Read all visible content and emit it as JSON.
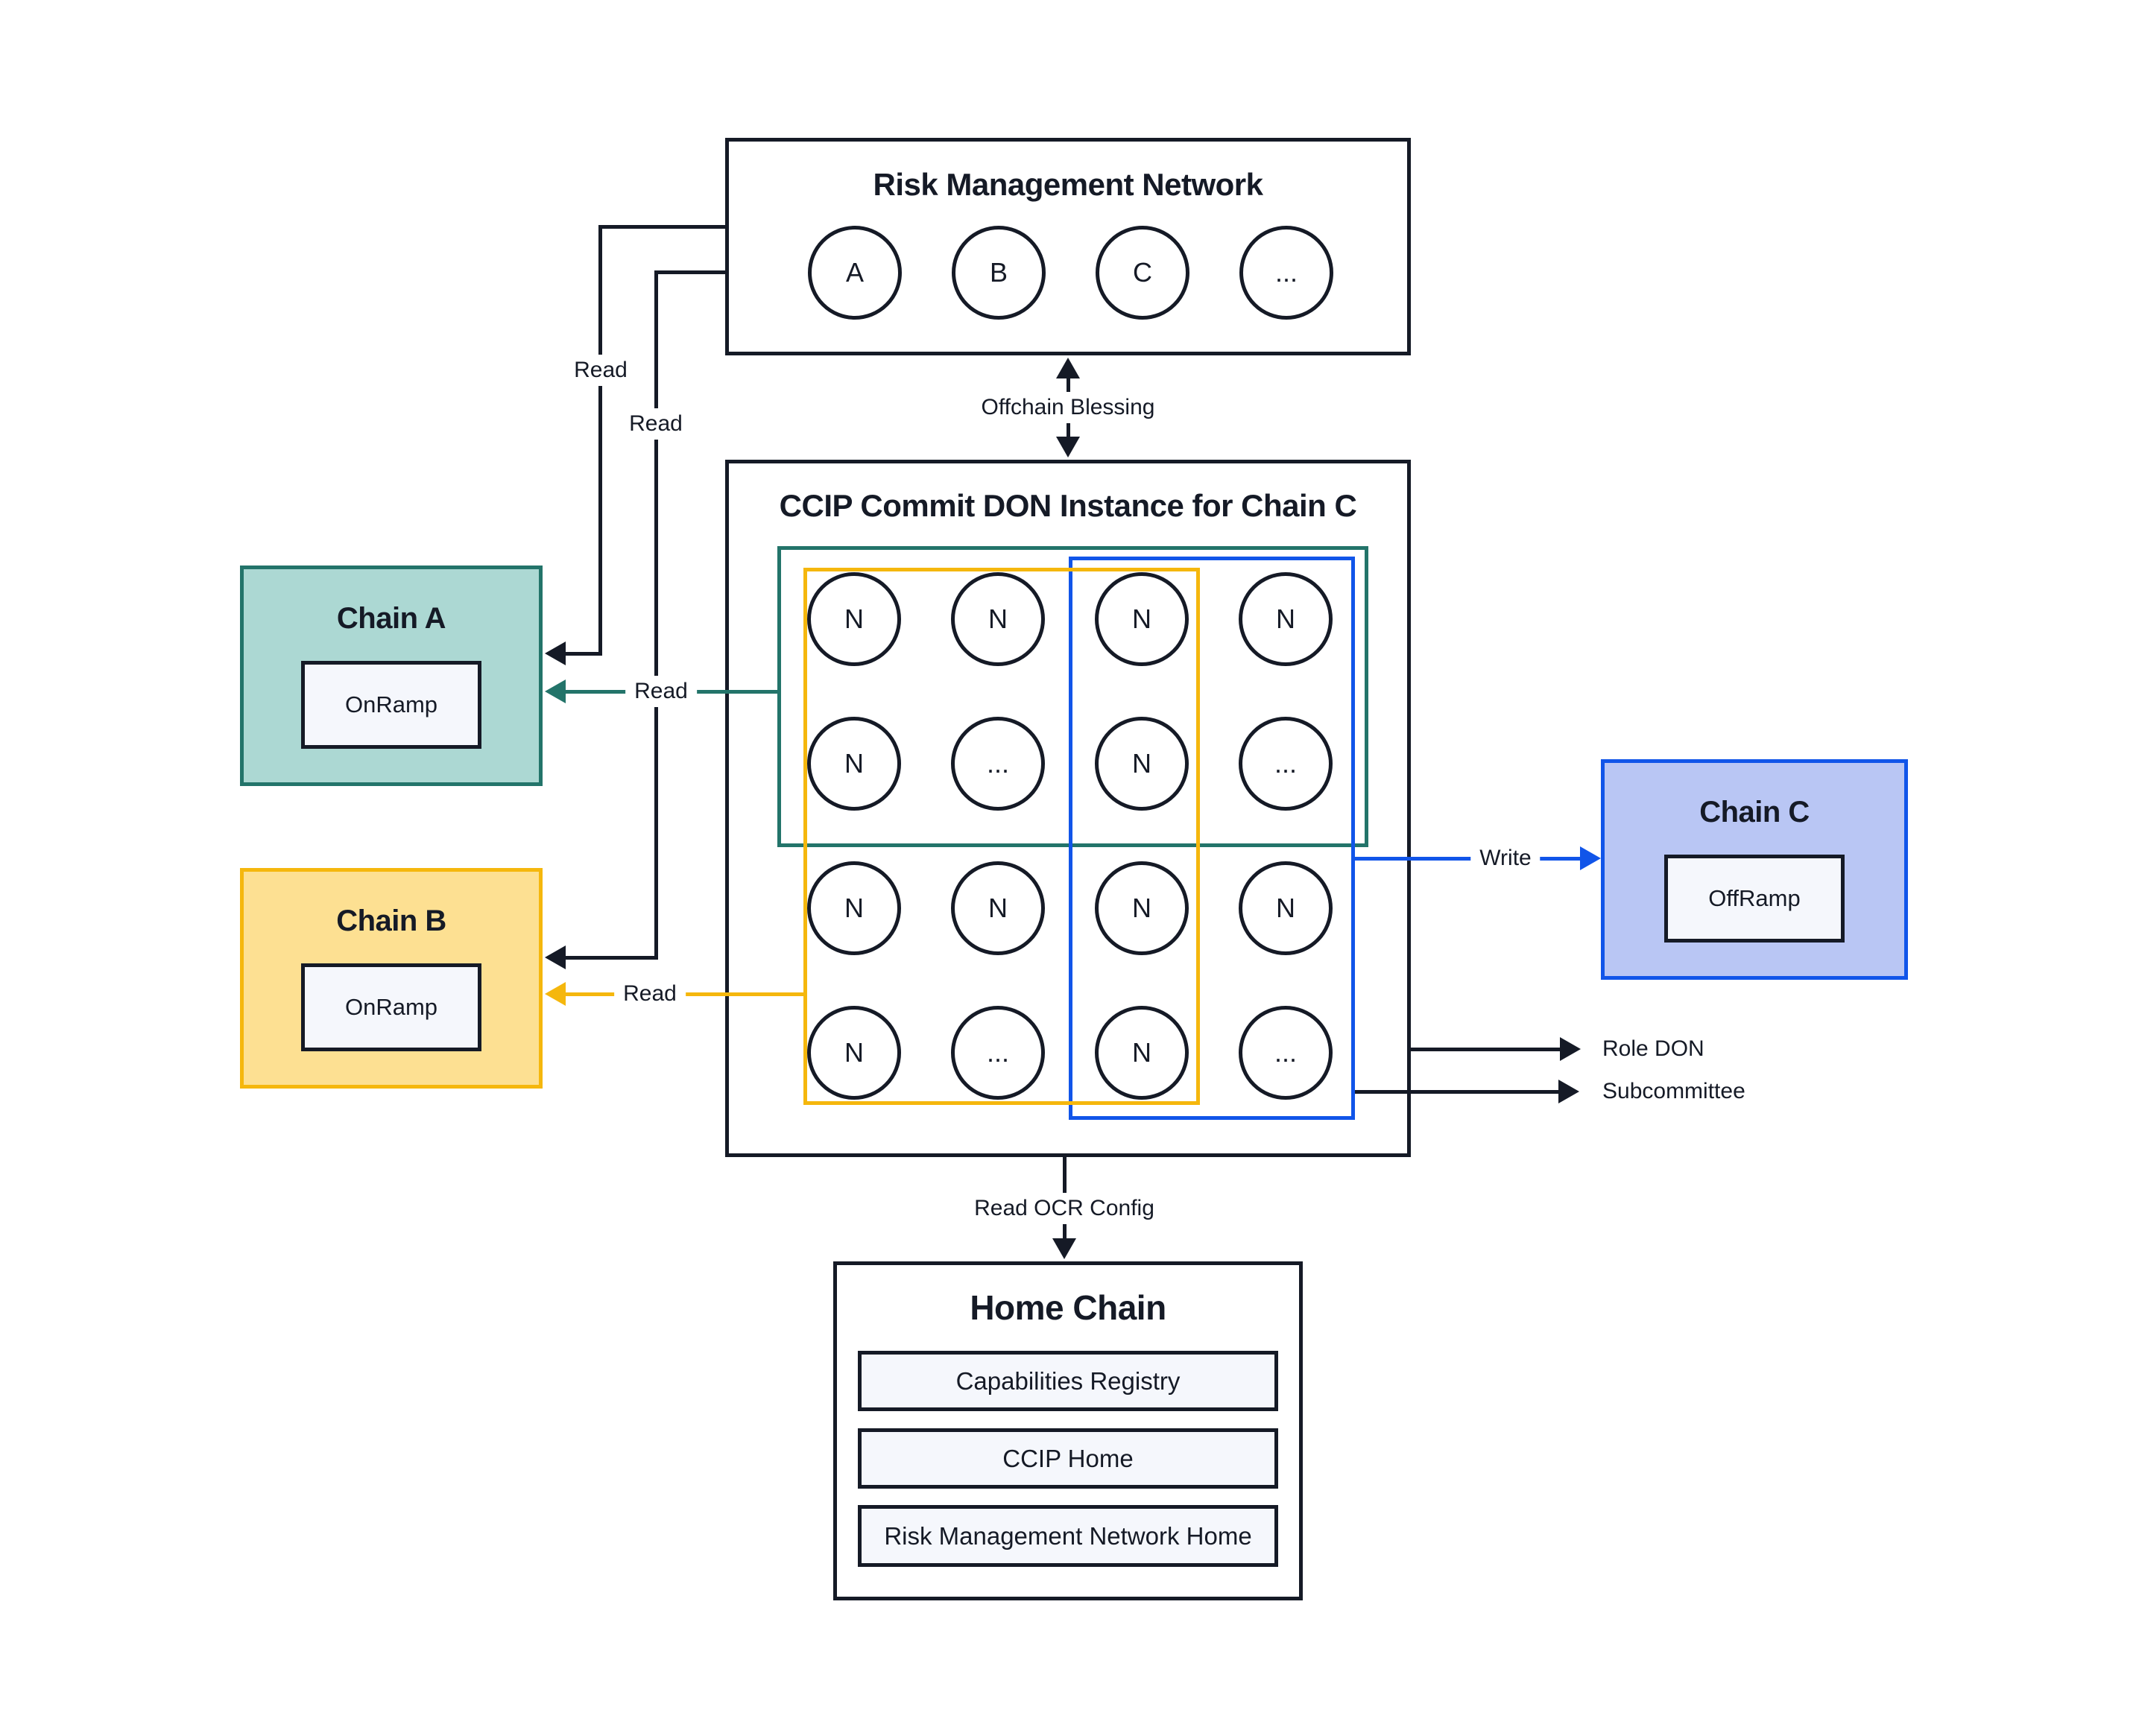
{
  "colors": {
    "ink": "#151A26",
    "teal": "#23746A",
    "teal_fill": "#ACD8D3",
    "gold": "#F5B70D",
    "gold_fill": "#FDE092",
    "blue": "#1155E9",
    "blue_fill": "#B9C6F4",
    "panel_fill": "#F5F7FC"
  },
  "rmn": {
    "title": "Risk Management Network",
    "nodes": [
      "A",
      "B",
      "C",
      "..."
    ]
  },
  "don": {
    "title": "CCIP Commit DON Instance for Chain C",
    "grid": [
      [
        "N",
        "N",
        "N",
        "N"
      ],
      [
        "N",
        "...",
        "N",
        "..."
      ],
      [
        "N",
        "N",
        "N",
        "N"
      ],
      [
        "N",
        "...",
        "N",
        "..."
      ]
    ]
  },
  "chain_a": {
    "title": "Chain A",
    "contract": "OnRamp"
  },
  "chain_b": {
    "title": "Chain B",
    "contract": "OnRamp"
  },
  "chain_c": {
    "title": "Chain C",
    "contract": "OffRamp"
  },
  "home": {
    "title": "Home Chain",
    "contracts": [
      "Capabilities Registry",
      "CCIP Home",
      "Risk Management Network Home"
    ]
  },
  "labels": {
    "read": "Read",
    "write": "Write",
    "offchain_blessing": "Offchain Blessing",
    "read_ocr_config": "Read OCR Config",
    "role_don": "Role DON",
    "subcommittee": "Subcommittee"
  }
}
